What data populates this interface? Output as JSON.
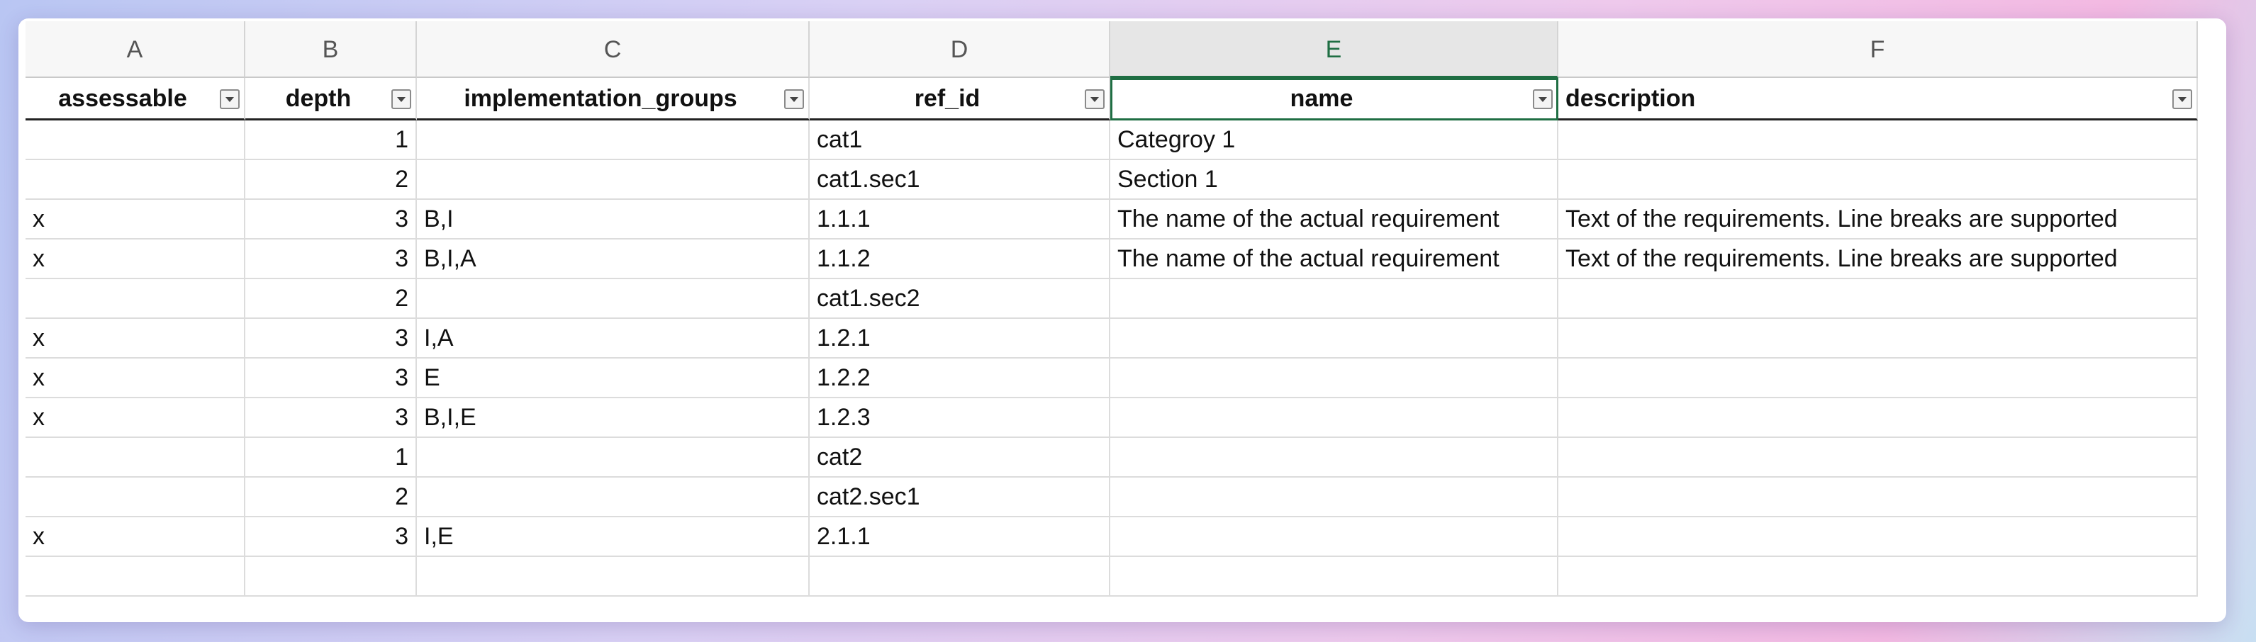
{
  "columns": [
    "A",
    "B",
    "C",
    "D",
    "E",
    "F"
  ],
  "headers": [
    "assessable",
    "depth",
    "implementation_groups",
    "ref_id",
    "name",
    "description"
  ],
  "rows": [
    [
      "",
      "1",
      "",
      "cat1",
      "Categroy 1",
      ""
    ],
    [
      "",
      "2",
      "",
      "cat1.sec1",
      "Section 1",
      ""
    ],
    [
      "x",
      "3",
      "B,I",
      "1.1.1",
      "The name of the actual requirement",
      "Text of the requirements. Line breaks are supported"
    ],
    [
      "x",
      "3",
      "B,I,A",
      "1.1.2",
      "The name of the actual requirement",
      "Text of the requirements. Line breaks are supported"
    ],
    [
      "",
      "2",
      "",
      "cat1.sec2",
      "",
      ""
    ],
    [
      "x",
      "3",
      "I,A",
      "1.2.1",
      "",
      ""
    ],
    [
      "x",
      "3",
      "E",
      "1.2.2",
      "",
      ""
    ],
    [
      "x",
      "3",
      "B,I,E",
      "1.2.3",
      "",
      ""
    ],
    [
      "",
      "1",
      "",
      "cat2",
      "",
      ""
    ],
    [
      "",
      "2",
      "",
      "cat2.sec1",
      "",
      ""
    ],
    [
      "x",
      "3",
      "I,E",
      "2.1.1",
      "",
      ""
    ],
    [
      "",
      "",
      "",
      "",
      "",
      ""
    ]
  ],
  "active_column": "E",
  "colors": {
    "accent": "#1f6e43",
    "gridline": "#dcdcdc"
  },
  "icons": {
    "filter": "filter-dropdown-icon"
  }
}
